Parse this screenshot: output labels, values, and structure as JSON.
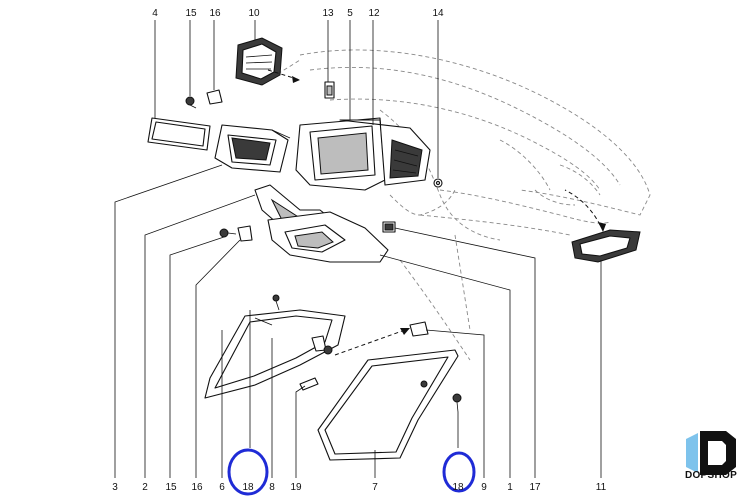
{
  "diagram": {
    "callouts": {
      "n4": "4",
      "n15a": "15",
      "n16a": "16",
      "n10": "10",
      "n13": "13",
      "n5": "5",
      "n12": "12",
      "n14": "14",
      "n3": "3",
      "n2": "2",
      "n15b": "15",
      "n16b": "16",
      "n6": "6",
      "n18a": "18",
      "n8": "8",
      "n19": "19",
      "n7": "7",
      "n18b": "18",
      "n9": "9",
      "n1": "1",
      "n17": "17",
      "n11": "11"
    },
    "highlighted_callouts": [
      "18",
      "18"
    ],
    "highlight_color": "#1f2bd6"
  },
  "logo": {
    "text": "DOPSHOP",
    "color": "#111111"
  }
}
